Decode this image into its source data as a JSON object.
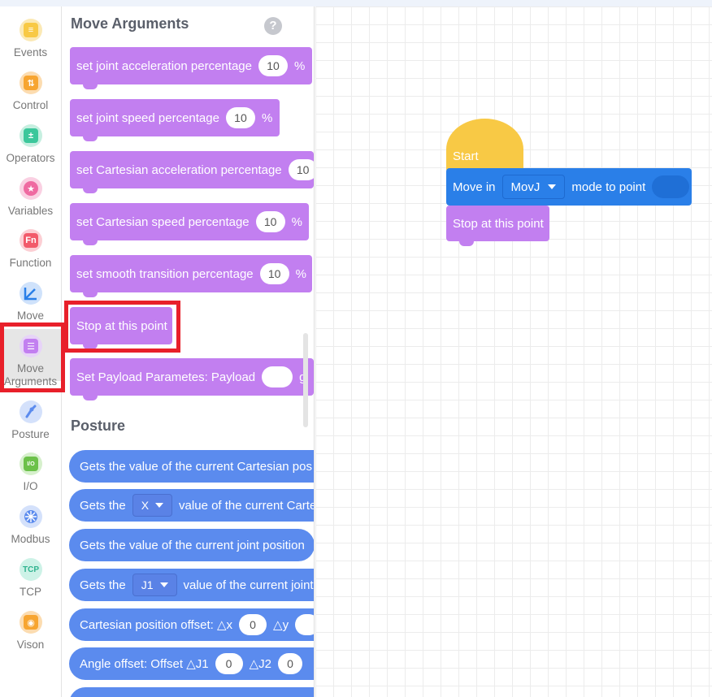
{
  "sidebar": {
    "items": [
      {
        "label": "Events",
        "icon": "events-icon",
        "color": "#f8c945"
      },
      {
        "label": "Control",
        "icon": "control-icon",
        "color": "#f7a531"
      },
      {
        "label": "Operators",
        "icon": "operators-icon",
        "color": "#3cc79b"
      },
      {
        "label": "Variables",
        "icon": "variables-icon",
        "color": "#ef6aa1"
      },
      {
        "label": "Function",
        "icon": "function-icon",
        "color": "#f25a6a"
      },
      {
        "label": "Move",
        "icon": "move-icon",
        "color": "#2a7fe8"
      },
      {
        "label": "Move Arguments",
        "icon": "move-arguments-icon",
        "color": "#c27ff0"
      },
      {
        "label": "Posture",
        "icon": "posture-icon",
        "color": "#5b8bee"
      },
      {
        "label": "I/O",
        "icon": "io-icon",
        "color": "#6cc14a"
      },
      {
        "label": "Modbus",
        "icon": "modbus-icon",
        "color": "#5b8bee"
      },
      {
        "label": "TCP",
        "icon": "tcp-icon",
        "color": "#3cc7a2"
      },
      {
        "label": "Vison",
        "icon": "vision-icon",
        "color": "#f7a531"
      }
    ]
  },
  "palette": {
    "move_args_title": "Move Arguments",
    "help": "?",
    "blocks": {
      "joint_accel": {
        "label": "set joint acceleration percentage",
        "value": "10",
        "unit": "%"
      },
      "joint_speed": {
        "label": "set joint speed percentage",
        "value": "10",
        "unit": "%"
      },
      "cart_accel": {
        "label": "set Cartesian acceleration percentage",
        "value": "10"
      },
      "cart_speed": {
        "label": "set Cartesian speed percentage",
        "value": "10",
        "unit": "%"
      },
      "smooth": {
        "label": "set smooth transition percentage",
        "value": "10",
        "unit": "%"
      },
      "stop": {
        "label": "Stop at this point"
      },
      "payload": {
        "label": "Set Payload Parametes: Payload",
        "unit": "g"
      }
    },
    "posture_title": "Posture",
    "posture": {
      "b1": {
        "label": "Gets the value of the current Cartesian pos"
      },
      "b2": {
        "pre": "Gets the",
        "dd": "X",
        "post": "value of the current Carte"
      },
      "b3": {
        "label": "Gets the value of the current joint position"
      },
      "b4": {
        "pre": "Gets the",
        "dd": "J1",
        "post": "value of the current joint"
      },
      "b5": {
        "pre": "Cartesian position offset: △x",
        "v1": "0",
        "mid": "△y"
      },
      "b6": {
        "pre": "Angle offset: Offset  △J1",
        "v1": "0",
        "mid": "△J2",
        "v2": "0"
      }
    }
  },
  "workspace": {
    "start": "Start",
    "move": {
      "pre": "Move in",
      "mode": "MovJ",
      "post": "mode to point"
    },
    "stop": "Stop at this point"
  }
}
